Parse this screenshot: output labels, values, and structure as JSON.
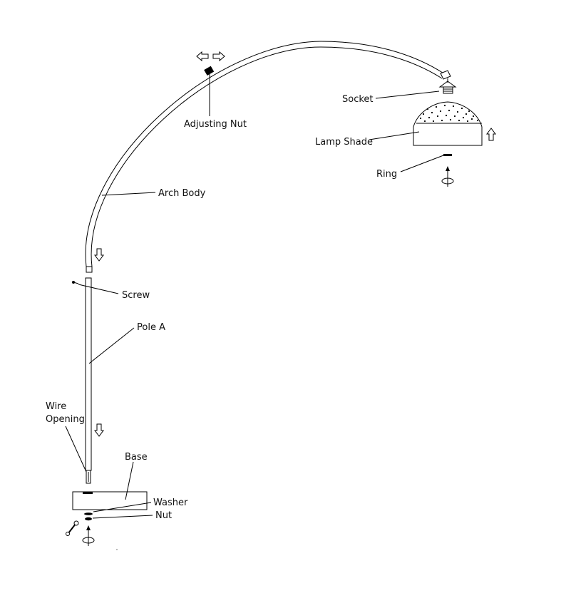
{
  "labels": {
    "adjusting_nut": "Adjusting Nut",
    "socket": "Socket",
    "lamp_shade": "Lamp Shade",
    "ring": "Ring",
    "arch_body": "Arch Body",
    "screw": "Screw",
    "pole_a": "Pole A",
    "wire_line1": "Wire",
    "wire_line2": "Opening",
    "base": "Base",
    "washer": "Washer",
    "nut": "Nut"
  },
  "icons": {
    "direction_arrow": "outline-arrow-icon",
    "rotate": "rotate-arrow-icon",
    "wrench": "wrench-icon"
  },
  "colors": {
    "ink": "#000000",
    "paper": "#ffffff"
  }
}
